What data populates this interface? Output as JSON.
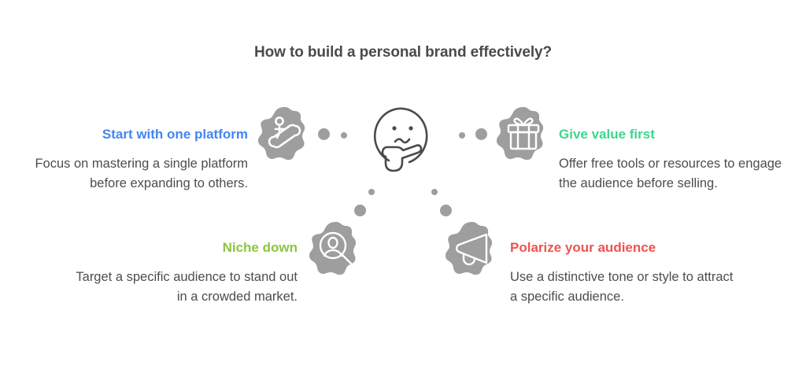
{
  "title": "How to build a personal brand effectively?",
  "center": {
    "icon": "thinking-face-icon"
  },
  "colors": {
    "blue": "#4285F4",
    "green": "#3DD68C",
    "lime": "#8CC63E",
    "red": "#EF5350",
    "badge_gray": "#9e9e9e",
    "dot_gray": "#9e9e9e",
    "title_gray": "#4a4a4a",
    "body_gray": "#4d4d4d"
  },
  "items": [
    {
      "id": "start-with-one-platform",
      "heading": "Start with one platform",
      "body": "Focus on mastering a single platform before expanding to others.",
      "color": "#4285F4",
      "icon": "escalator-icon"
    },
    {
      "id": "give-value-first",
      "heading": "Give value first",
      "body": "Offer free tools or resources to engage the audience before selling.",
      "color": "#3DD68C",
      "icon": "gift-icon"
    },
    {
      "id": "niche-down",
      "heading": "Niche down",
      "body": "Target a specific audience to stand out in a crowded market.",
      "color": "#8CC63E",
      "icon": "audience-search-icon"
    },
    {
      "id": "polarize-your-audience",
      "heading": "Polarize your audience",
      "body": "Use a distinctive tone or style to attract a specific audience.",
      "color": "#EF5350",
      "icon": "megaphone-icon"
    }
  ]
}
